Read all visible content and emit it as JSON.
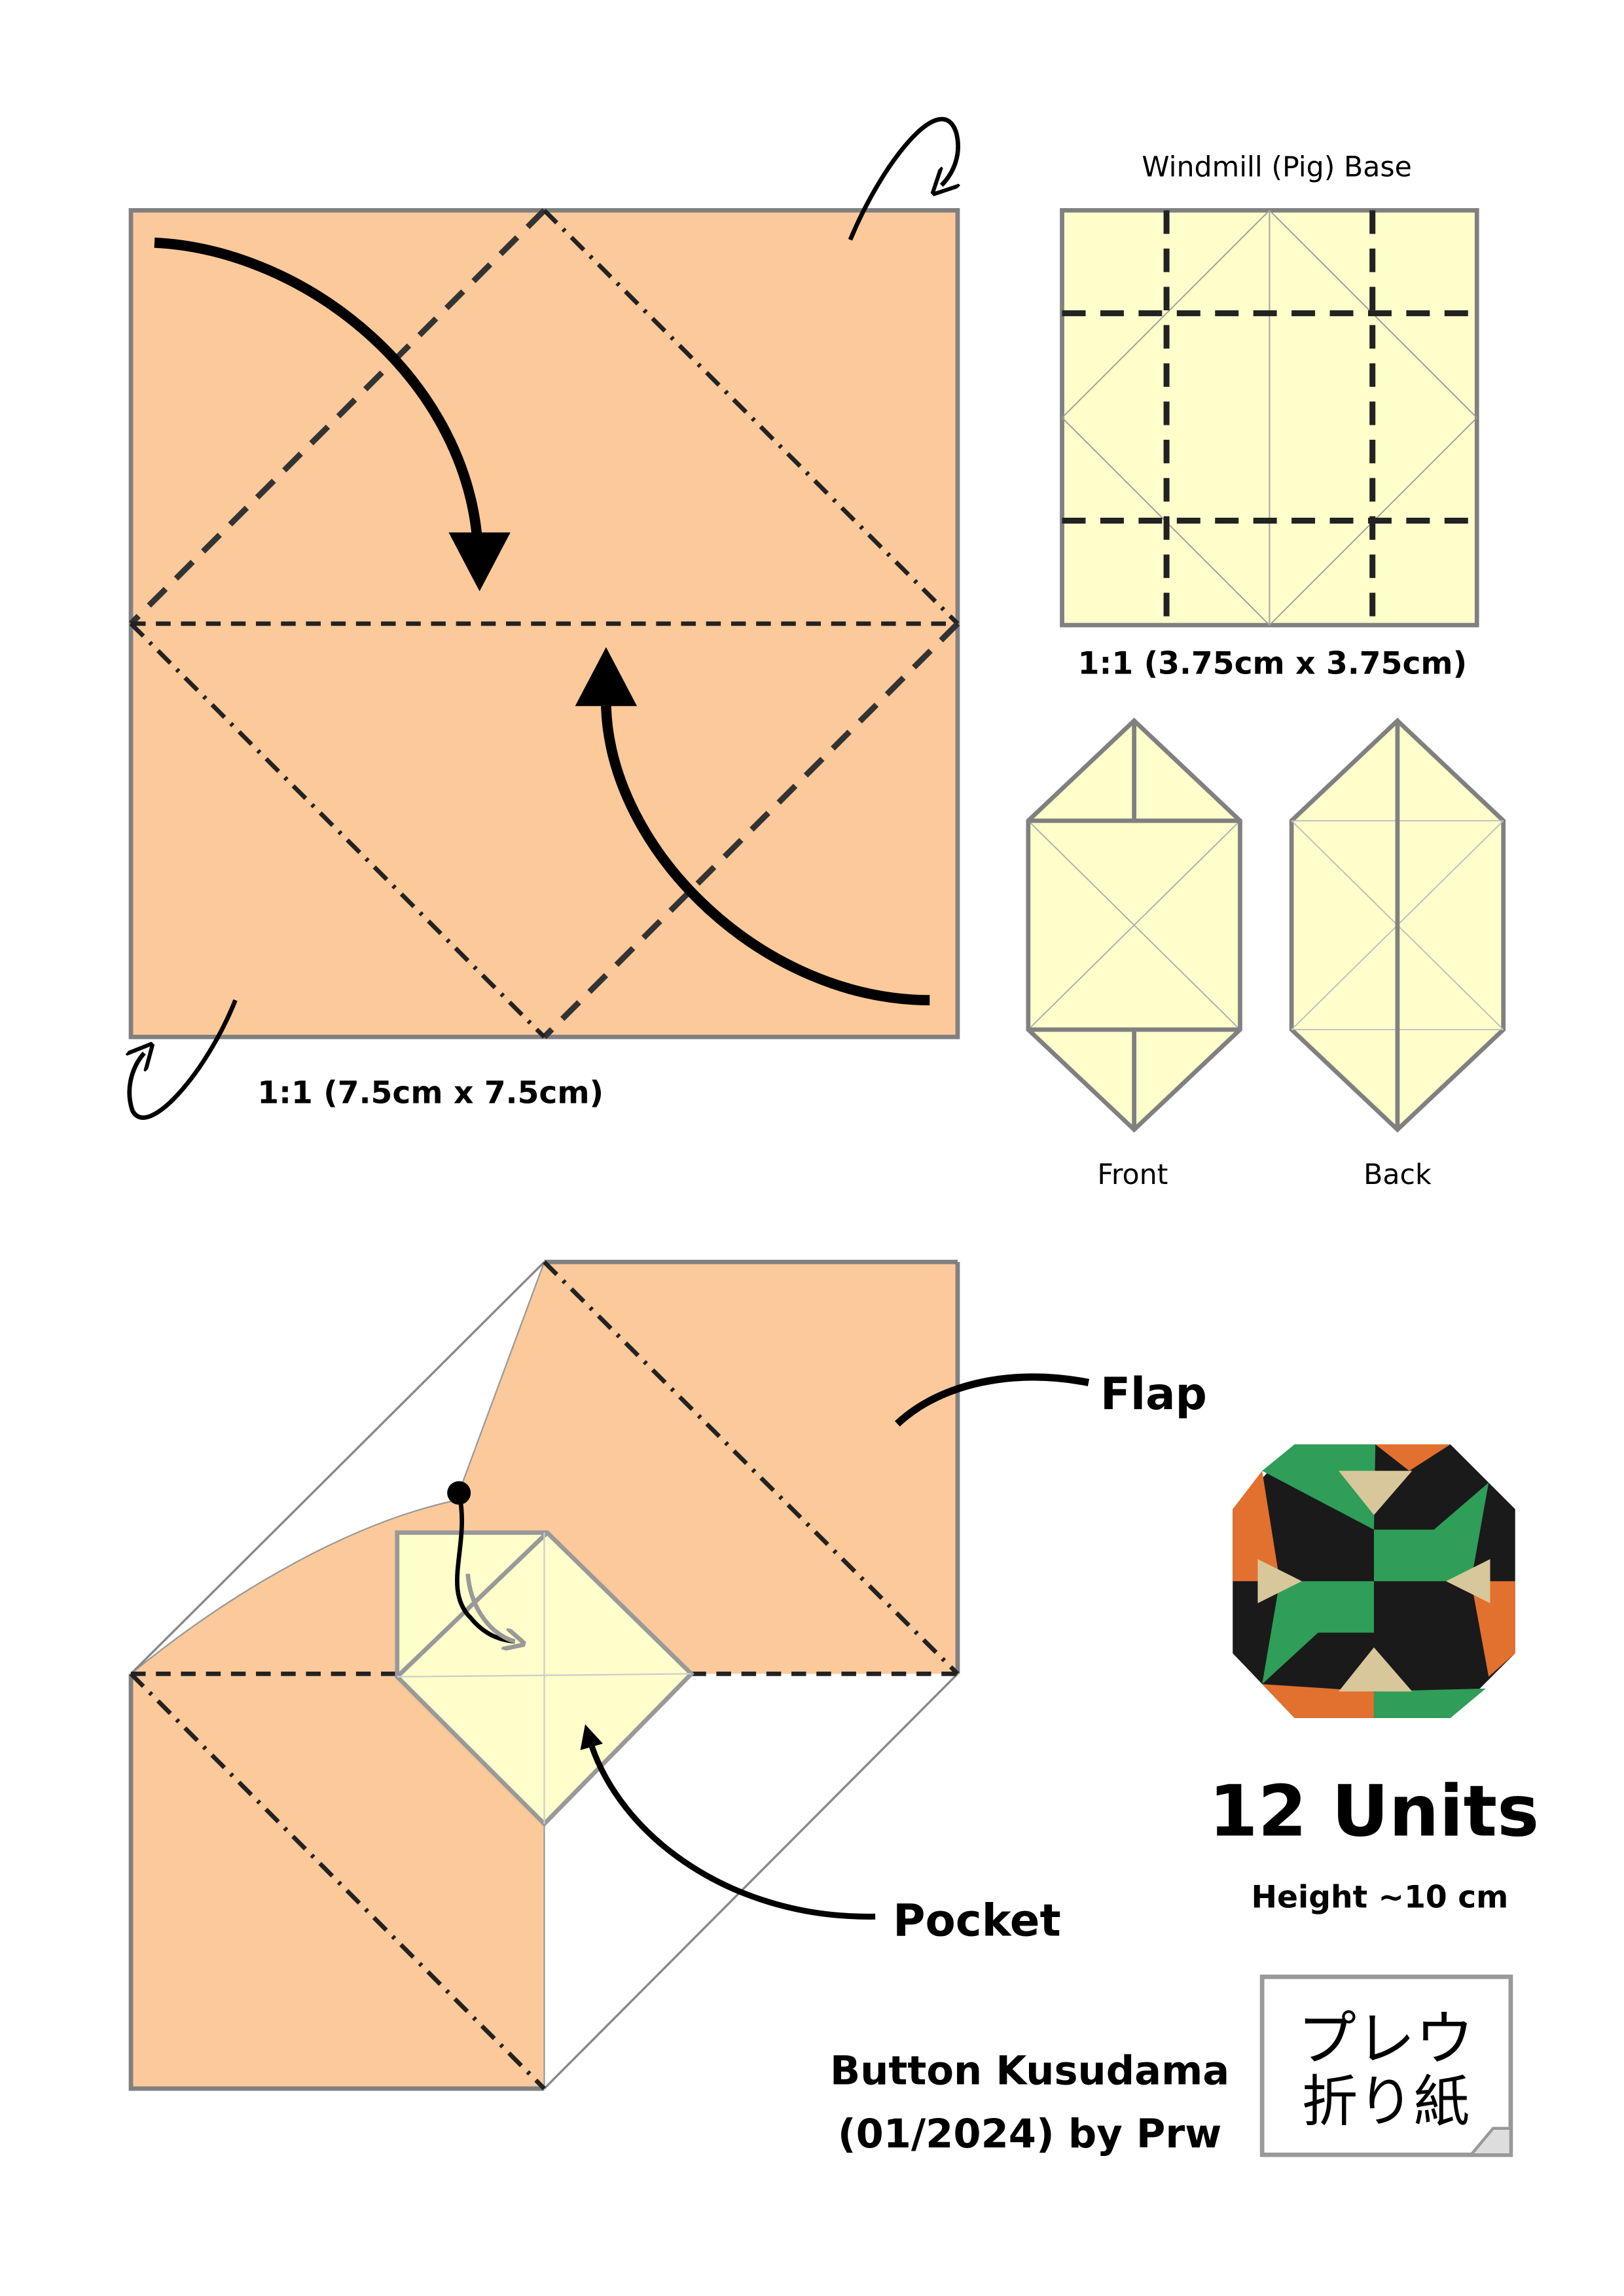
{
  "main_diagram": {
    "label": "1:1 (7.5cm x 7.5cm)"
  },
  "windmill_base": {
    "title": "Windmill (Pig) Base",
    "label": "1:1 (3.75cm x 3.75cm)"
  },
  "unit_views": {
    "front_label": "Front",
    "back_label": "Back"
  },
  "assembly": {
    "flap_label": "Flap",
    "pocket_label": "Pocket"
  },
  "result": {
    "units": "12 Units",
    "height": "Height ~10 cm"
  },
  "credits": {
    "title": "Button Kusudama",
    "date_author": "(01/2024) by Prw"
  },
  "logo": {
    "line1": "プレウ",
    "line2": "折り紙"
  },
  "colors": {
    "peach": "#FCC99A",
    "yellow": "#FFFFCC",
    "outline": "#808080",
    "green": "#2E9E58",
    "orange": "#E2702F",
    "black": "#1A1A1A"
  }
}
